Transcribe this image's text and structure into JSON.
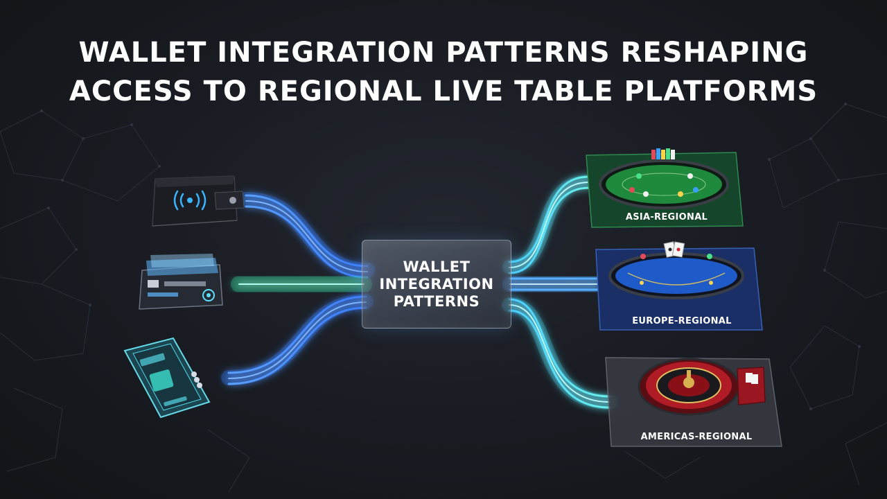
{
  "headline": {
    "line1": "WALLET INTEGRATION PATTERNS RESHAPING",
    "line2": "ACCESS TO REGIONAL LIVE TABLE PLATFORMS"
  },
  "hub": {
    "line1": "WALLET",
    "line2": "INTEGRATION",
    "line3": "PATTERNS"
  },
  "wallets": [
    {
      "icon": "leather-wallet-icon"
    },
    {
      "icon": "card-wallet-icon"
    },
    {
      "icon": "mobile-wallet-icon"
    }
  ],
  "regions": [
    {
      "label": "ASIA-REGIONAL",
      "icon": "poker-table-icon",
      "color": "#1f6b3a"
    },
    {
      "label": "EUROPE-REGIONAL",
      "icon": "blackjack-table-icon",
      "color": "#1e3a7a"
    },
    {
      "label": "AMERICAS-REGIONAL",
      "icon": "roulette-wheel-icon",
      "color": "#3a3c44"
    }
  ],
  "colors": {
    "background": "#1a1d23",
    "flow_blue": "#3d8bff",
    "flow_cyan": "#5ef0e0",
    "flow_teal": "#3fd0a8"
  }
}
